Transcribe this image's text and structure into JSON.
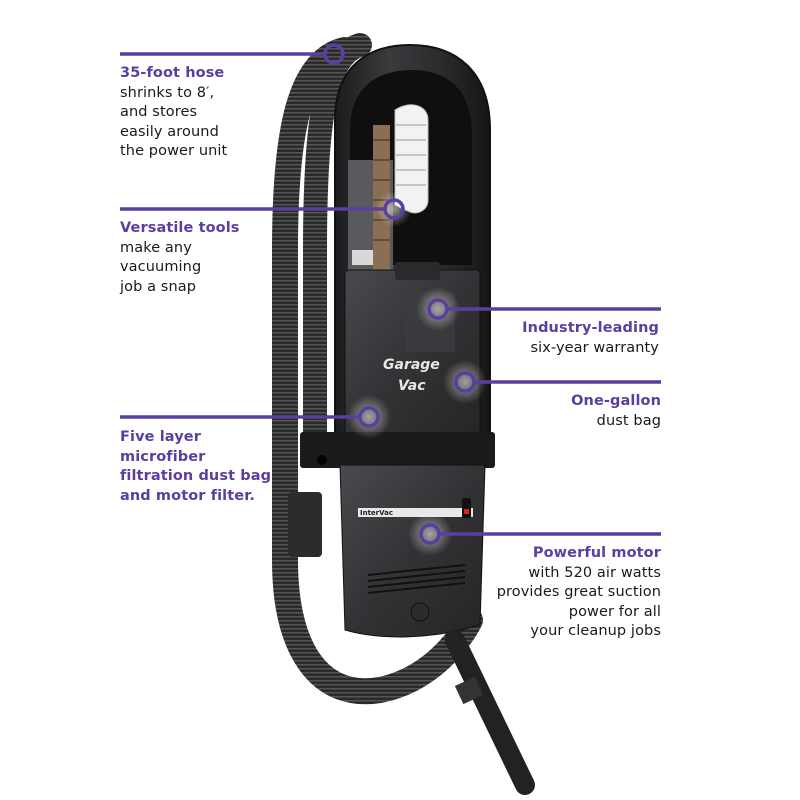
{
  "accent_color": "#5a3fa0",
  "product": {
    "logo_text": [
      "Garage",
      "Vac"
    ],
    "brand_label": "InterVac"
  },
  "callouts": [
    {
      "title": "35-foot hose",
      "body": "shrinks to 8′,\nand stores\neasily around\nthe power unit"
    },
    {
      "title": "Versatile tools",
      "body": "make any\nvacuuming\njob a snap"
    },
    {
      "title": "Five layer\nmicrofiber\nfiltration dust bag\nand motor filter.",
      "body": ""
    },
    {
      "title": "Industry-leading",
      "body": "six-year warranty"
    },
    {
      "title": "One-gallon",
      "body": "dust bag"
    },
    {
      "title": "Powerful motor",
      "body": "with 520 air watts\nprovides great suction\npower for all\nyour cleanup jobs"
    }
  ]
}
